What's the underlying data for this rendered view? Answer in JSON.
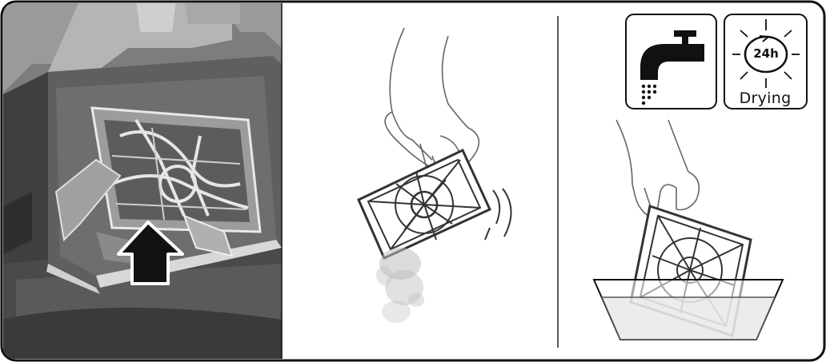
{
  "steps": [
    {
      "id": "remove-filter",
      "icon": "arrow-up-icon"
    },
    {
      "id": "tap-out-filter",
      "icon": "hand-filter-icon"
    },
    {
      "id": "wash-filter",
      "icon": "basin-icon"
    }
  ],
  "wash_icon": {
    "icon": "tap-water-icon"
  },
  "drying_icon": {
    "time": "24h",
    "label": "Drying",
    "icon": "sun-clock-icon"
  }
}
